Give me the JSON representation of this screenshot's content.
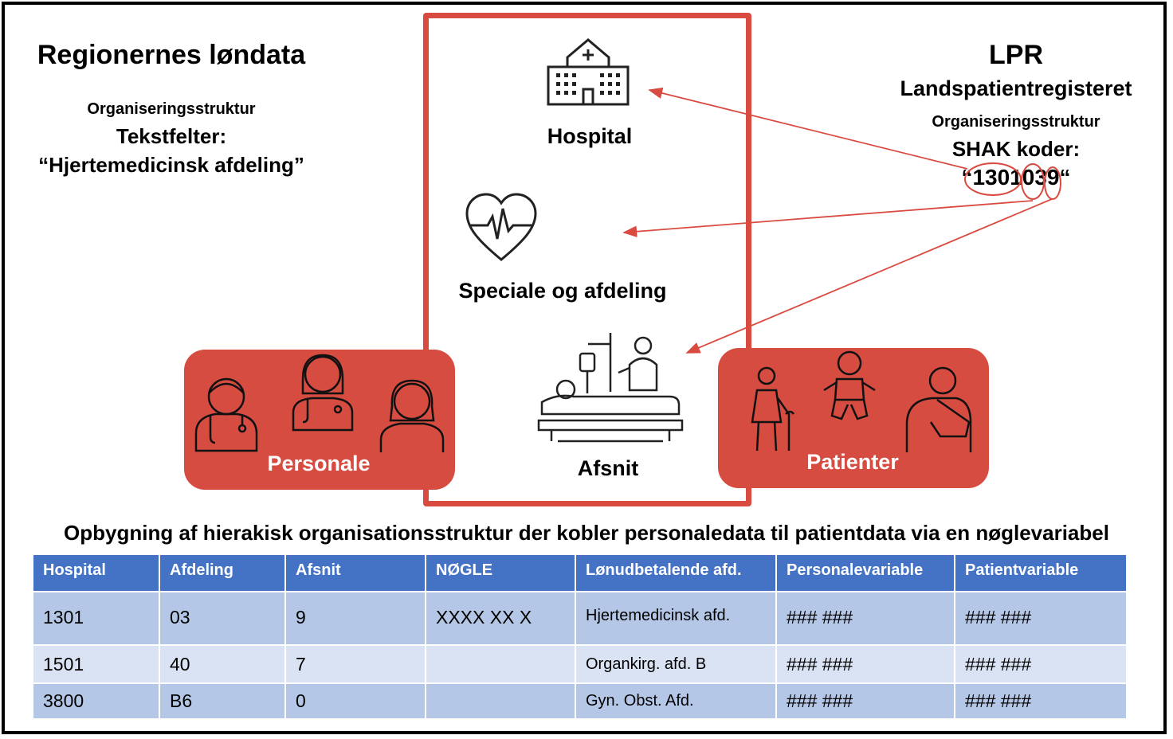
{
  "left": {
    "title": "Regionernes løndata",
    "sub1": "Organiseringsstruktur",
    "sub2": "Tekstfelter:",
    "sub3": "“Hjertemedicinsk afdeling”"
  },
  "right": {
    "title": "LPR",
    "sub1": "Landspatientregisteret",
    "sub2": "Organiseringsstruktur",
    "sub3": "SHAK koder:",
    "code": "“1301039“"
  },
  "center": {
    "hospital": "Hospital",
    "speciale": "Speciale og afdeling",
    "afsnit": "Afsnit"
  },
  "cards": {
    "personale": "Personale",
    "patienter": "Patienter"
  },
  "caption": "Opbygning af hierakisk organisationsstruktur der kobler personaledata til patientdata via en nøglevariabel",
  "table": {
    "headers": [
      "Hospital",
      "Afdeling",
      "Afsnit",
      "NØGLE",
      "Lønudbetalende afd.",
      "Personalevariable",
      "Patientvariable"
    ],
    "rows": [
      [
        "1301",
        "03",
        "9",
        "XXXX XX X",
        "Hjertemedicinsk afd.",
        "### ###",
        "### ###"
      ],
      [
        "1501",
        "40",
        "7",
        "",
        "Organkirg. afd. B",
        "### ###",
        "### ###"
      ],
      [
        "3800",
        "B6",
        "0",
        "",
        "Gyn. Obst. Afd.",
        "### ###",
        "### ###"
      ]
    ]
  },
  "colors": {
    "accent_red": "#d64c41",
    "table_header": "#4472c4",
    "row_dark": "#b4c7e7",
    "row_light": "#dae3f3"
  },
  "icons": [
    "hospital-icon",
    "heart-pulse-icon",
    "hospital-bed-icon",
    "doctor-icon",
    "female-doctor-icon",
    "woman-icon",
    "elderly-person-icon",
    "baby-icon",
    "patient-sling-icon"
  ]
}
